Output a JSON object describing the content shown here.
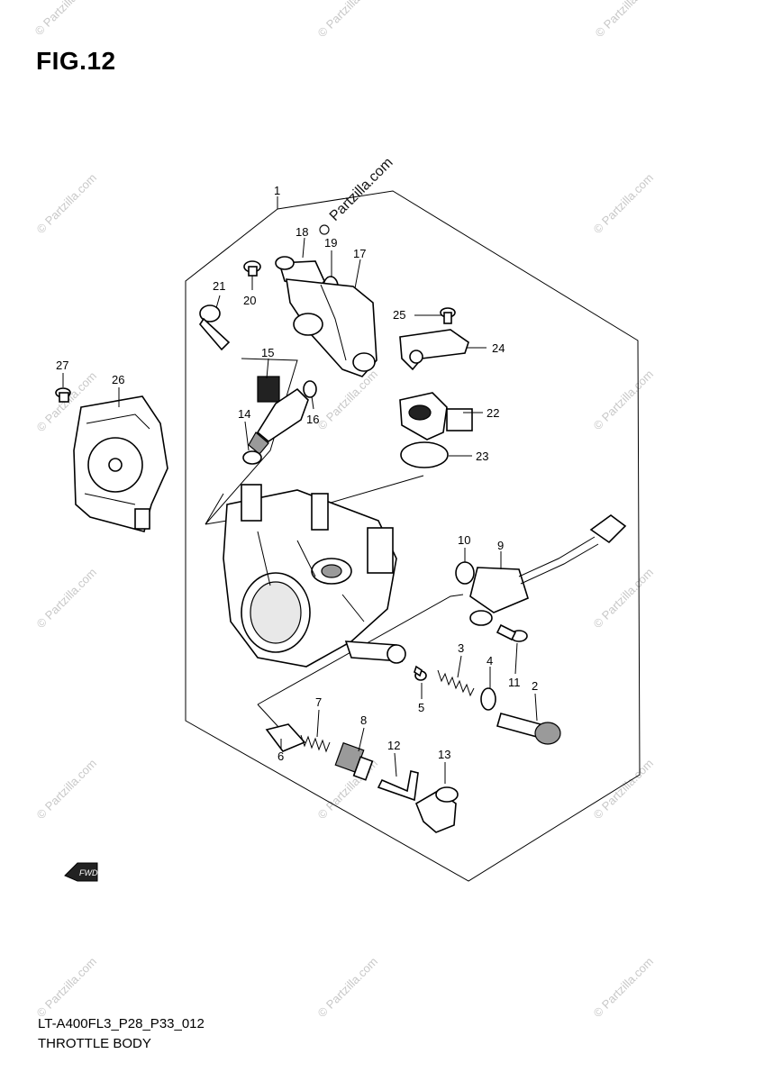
{
  "figure": {
    "title": "FIG.12",
    "model_code": "LT-A400FL3_P28_P33_012",
    "description": "THROTTLE BODY"
  },
  "watermark": {
    "text": "© Partzilla.com",
    "main_text": "Partzilla.com"
  },
  "fwd_label": "FWD",
  "callouts": {
    "c1": "1",
    "c2": "2",
    "c3": "3",
    "c4": "4",
    "c5": "5",
    "c6": "6",
    "c7": "7",
    "c8": "8",
    "c9": "9",
    "c10": "10",
    "c11": "11",
    "c12": "12",
    "c13": "13",
    "c14": "14",
    "c15": "15",
    "c16": "16",
    "c17": "17",
    "c18": "18",
    "c19": "19",
    "c20": "20",
    "c21": "21",
    "c22": "22",
    "c23": "23",
    "c24": "24",
    "c25": "25",
    "c26": "26",
    "c27": "27"
  }
}
